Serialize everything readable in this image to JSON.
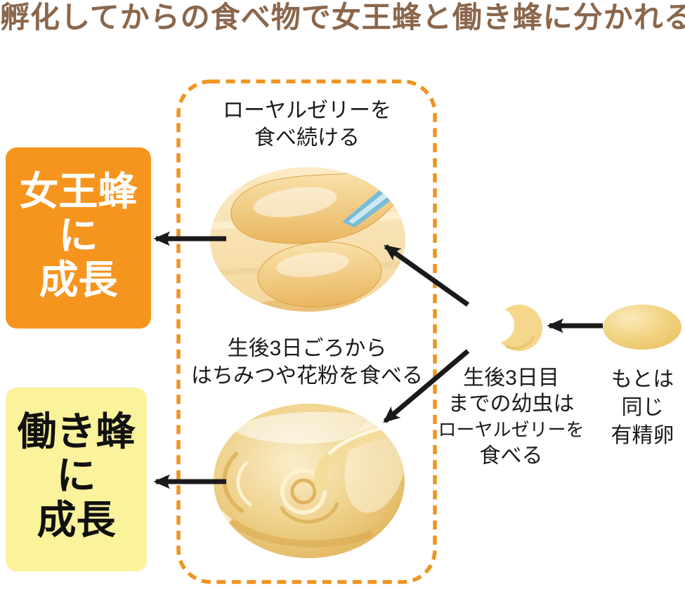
{
  "title": "孵化してからの食べ物で女王蜂と働き蜂に分かれる",
  "colors": {
    "title_text": "#8a674c",
    "queen_box_orange": "#f6951e",
    "worker_box_cream": "#fbf29c",
    "dashed_border_orange": "#ef9420",
    "arrow_black": "#1a1a1a",
    "illustration_gold": "#f4d78a",
    "spoon_blue": "#79bcd8"
  },
  "flow": {
    "queen_branch": {
      "food_caption": [
        "ローヤルゼリーを",
        "食べ続ける"
      ],
      "image": "royal-jelly-scooped-with-spatula",
      "result": [
        "女王蜂",
        "に",
        "成長"
      ]
    },
    "worker_branch": {
      "food_caption": [
        "生後3日ごろから",
        "はちみつや花粉を食べる"
      ],
      "image": "honey-and-pollen-swirl",
      "result": [
        "働き蜂",
        "に",
        "成長"
      ]
    },
    "larva": {
      "image": "bee-larva",
      "caption": [
        "生後3日目",
        "までの幼虫は",
        "ローヤルゼリーを",
        "食べる"
      ]
    },
    "egg": {
      "image": "fertilized-egg",
      "caption": [
        "もとは",
        "同じ",
        "有精卵"
      ]
    }
  }
}
